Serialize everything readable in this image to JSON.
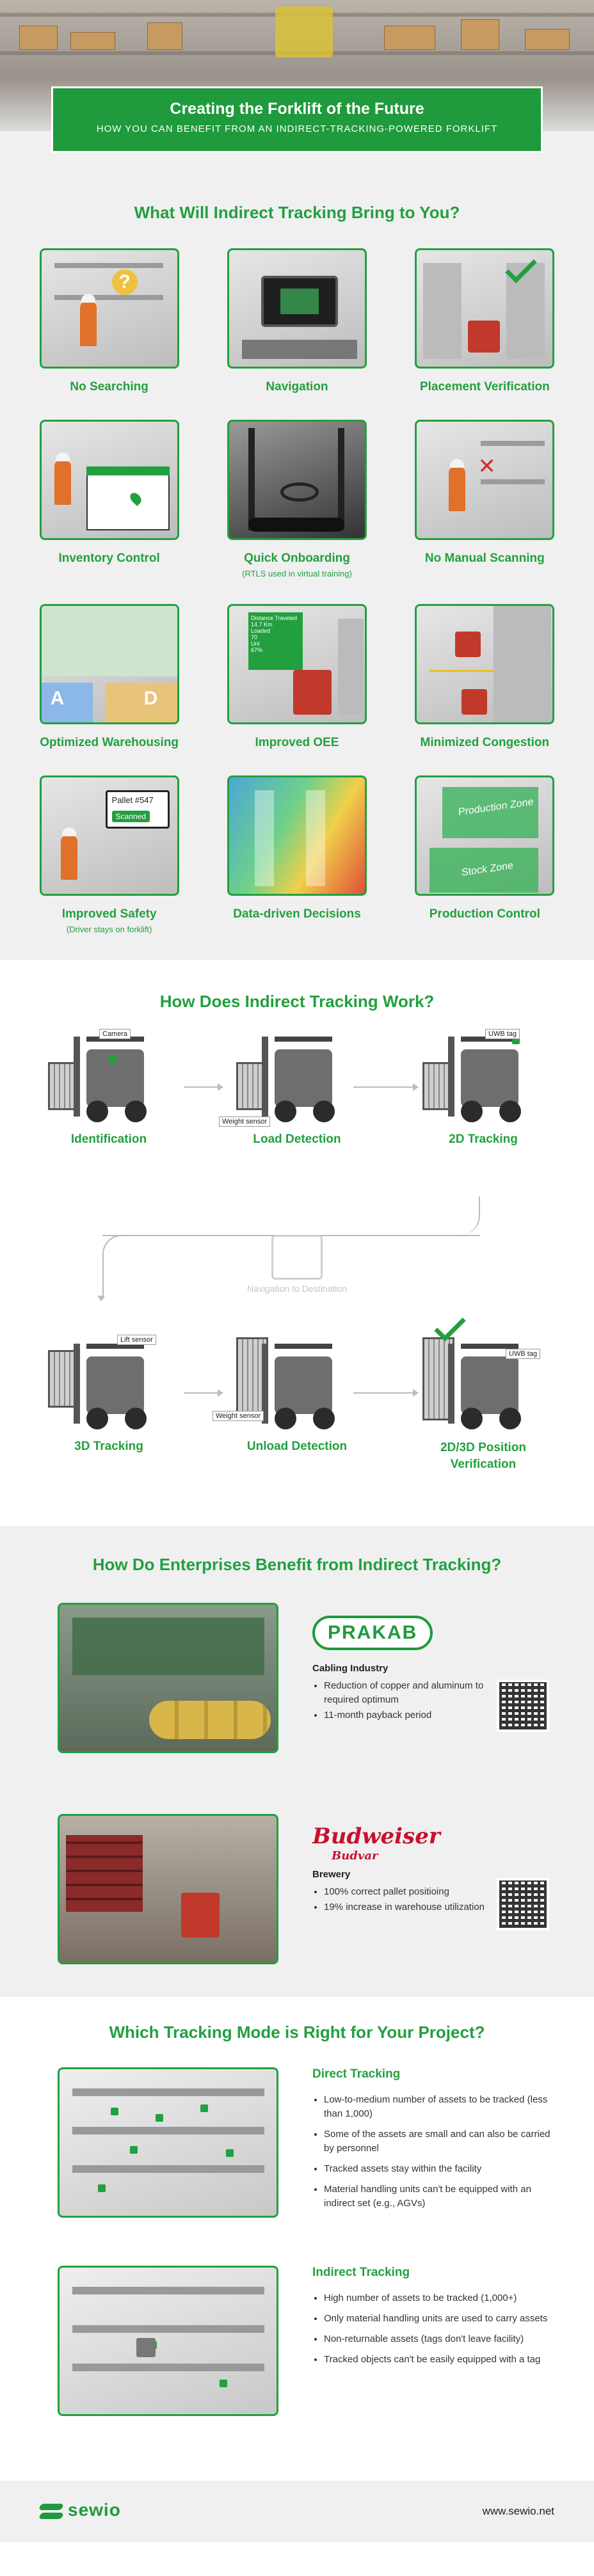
{
  "header": {
    "title": "Creating the Forklift of the Future",
    "subtitle": "HOW YOU CAN BENEFIT FROM AN INDIRECT-TRACKING-POWERED FORKLIFT"
  },
  "benefits": {
    "title": "What Will Indirect Tracking Bring to You?",
    "items": [
      {
        "label": "No Searching",
        "note": ""
      },
      {
        "label": "Navigation",
        "note": ""
      },
      {
        "label": "Placement Verification",
        "note": ""
      },
      {
        "label": "Inventory Control",
        "note": ""
      },
      {
        "label": "Quick Onboarding",
        "note": "(RTLS used in virtual training)"
      },
      {
        "label": "No Manual Scanning",
        "note": ""
      },
      {
        "label": "Optimized Warehousing",
        "note": ""
      },
      {
        "label": "Improved OEE",
        "note": ""
      },
      {
        "label": "Minimized Congestion",
        "note": ""
      },
      {
        "label": "Improved Safety",
        "note": "(Driver stays on forklift)"
      },
      {
        "label": "Data-driven Decisions",
        "note": ""
      },
      {
        "label": "Production Control",
        "note": ""
      }
    ],
    "thumb_text": {
      "pallet": "Pallet #547",
      "scanned": "Scanned",
      "production_zone": "Production Zone",
      "stock_zone": "Stock Zone",
      "zone_a": "A",
      "zone_d": "D",
      "oee_panel": "Distance Traveled\n14.7 Km\nLoaded\n70\nUnl\n67%"
    }
  },
  "how": {
    "title": "How Does Indirect Tracking Work?",
    "steps": {
      "identification": "Identification",
      "load_detection": "Load Detection",
      "tracking_2d": "2D Tracking",
      "navigation": "Navigation to Destination",
      "tracking_3d": "3D Tracking",
      "unload_detection": "Unload Detection",
      "verification": "2D/3D Position Verification"
    },
    "labels": {
      "camera": "Camera",
      "weight_sensor": "Weight sensor",
      "uwb_tag": "UWB tag",
      "lift_sensor": "Lift sensor"
    }
  },
  "enterprises": {
    "title": "How Do Enterprises Benefit from Indirect Tracking?",
    "cases": [
      {
        "logo": "PRAKAB",
        "industry": "Cabling Industry",
        "points": [
          "Reduction of copper and aluminum to required optimum",
          "11-month payback period"
        ]
      },
      {
        "logo": "Budweiser",
        "logo_sub": "Budvar",
        "industry": "Brewery",
        "points": [
          "100% correct pallet positioing",
          "19% increase in warehouse utilization"
        ]
      }
    ]
  },
  "modes": {
    "title": "Which Tracking Mode is Right for Your Project?",
    "direct": {
      "title": "Direct Tracking",
      "points": [
        "Low-to-medium number of assets to be tracked (less than 1,000)",
        "Some of the assets are small and can also be carried by personnel",
        "Tracked assets stay within the facility",
        "Material handling units can't be equipped with an indirect set (e.g., AGVs)"
      ]
    },
    "indirect": {
      "title": "Indirect Tracking",
      "points": [
        "High number of assets to be tracked (1,000+)",
        "Only material handling units are used to carry assets",
        "Non-returnable assets (tags don't leave facility)",
        "Tracked objects can't be easily equipped with a tag"
      ]
    }
  },
  "footer": {
    "logo": "sewio",
    "url": "www.sewio.net"
  },
  "colors": {
    "accent": "#22a03f",
    "background_gray": "#f0f0f0"
  }
}
